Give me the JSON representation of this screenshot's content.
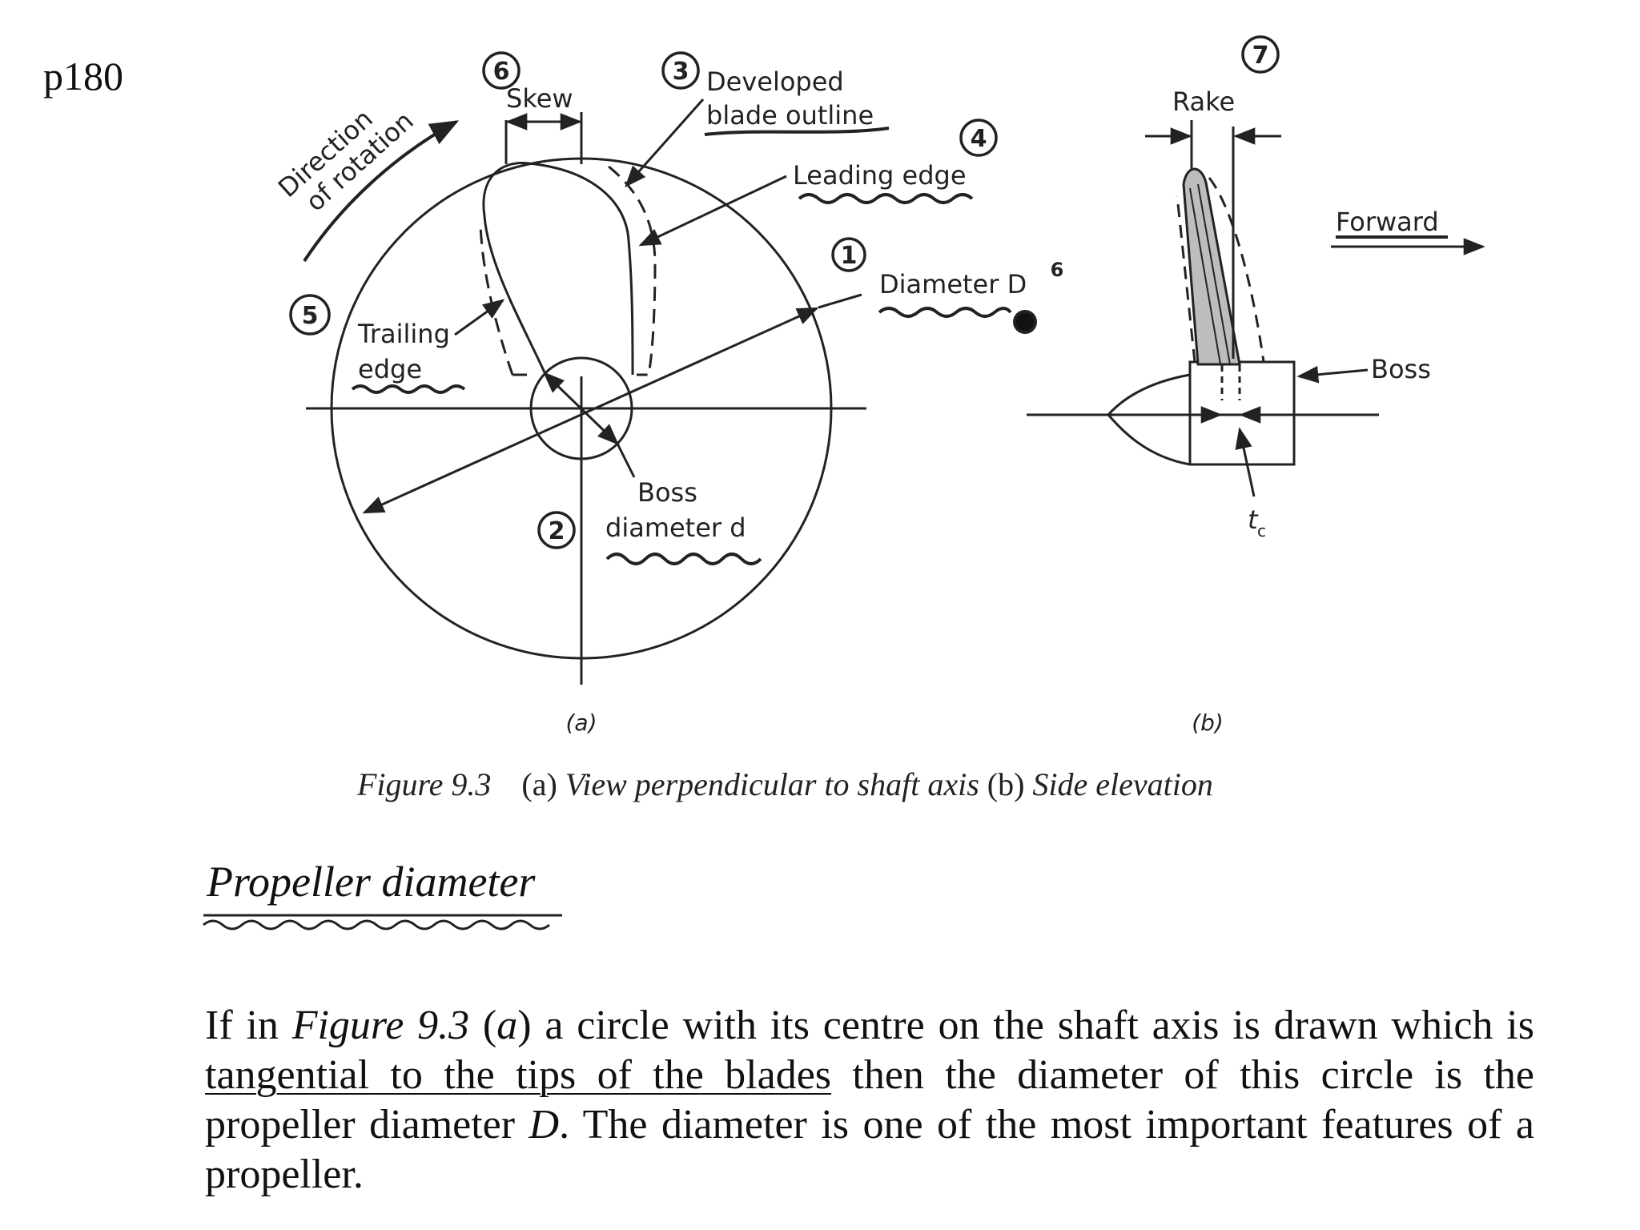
{
  "page_ref": "p180",
  "diagram": {
    "labels": {
      "direction_of_rotation_1": "Direction",
      "direction_of_rotation_2": "of rotation",
      "skew": "Skew",
      "developed_1": "Developed",
      "developed_2": "blade outline",
      "leading_edge": "Leading edge",
      "diameter": "Diameter D",
      "trailing_1": "Trailing",
      "trailing_2": "edge",
      "boss_diam_1": "Boss",
      "boss_diam_2": "diameter d",
      "rake": "Rake",
      "forward": "Forward",
      "boss": "Boss",
      "tc": "t",
      "tc_sub": "c",
      "sub_a": "(a)",
      "sub_b": "(b)"
    },
    "annotations": [
      "6",
      "3",
      "4",
      "1",
      "5",
      "2",
      "7",
      "6"
    ]
  },
  "caption": {
    "figure_num": "Figure 9.3",
    "a_marker": "(a)",
    "a_text": "View perpendicular to shaft axis",
    "b_marker": "(b)",
    "b_text": "Side elevation"
  },
  "heading": "Propeller diameter",
  "body": {
    "p1": "If in ",
    "p2": "Figure 9.3",
    "p3": " (",
    "p4": "a",
    "p5": ") a circle with its centre on the shaft axis is drawn which is ",
    "p6": "tangential to the tips of the blades",
    "p7": " then the diameter of this circle is the propeller diameter ",
    "p8": "D",
    "p9": ". The diameter is one of the most important features of a propeller."
  }
}
